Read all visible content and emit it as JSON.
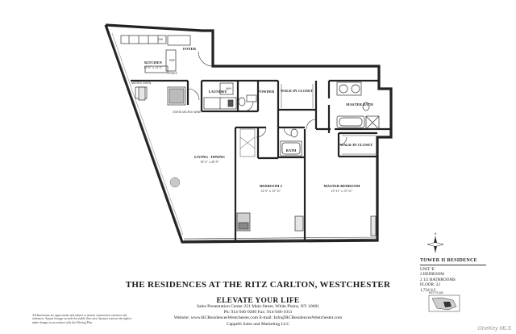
{
  "rooms": {
    "kitchen": {
      "name": "KITCHEN",
      "dim": "12'-0\" x 13'-3\""
    },
    "living": {
      "name": "LIVING - DINING",
      "dim": "16'-2\" x 26'-9\""
    },
    "bedroom2": {
      "name": "BEDROOM 2",
      "dim": "12'-0\" x 15'-11\""
    },
    "master_bedroom": {
      "name": "MASTER BEDROOM",
      "dim": "13'-11\" x 15'-11\""
    },
    "laundry": {
      "name": "LAUNDRY"
    },
    "powder": {
      "name": "POWDER"
    },
    "walkin1": {
      "name": "WALK-IN CLOSET"
    },
    "walkin2": {
      "name": "WALK-IN CLOSET"
    },
    "master_bath": {
      "name": "MASTER BATH"
    },
    "bath": {
      "name": "BATH"
    },
    "foyer": {
      "name": "FOYER"
    }
  },
  "fixtures": {
    "dw": "DW",
    "ref": "REF",
    "wh": "W/H",
    "freez": "FREEZ",
    "mw": "MICRO/ OVEN",
    "ovens": "OVEN/ MICRO/ WINE"
  },
  "title": "THE RESIDENCES AT THE RITZ CARLTON, WESTCHESTER",
  "tagline": "ELEVATE YOUR LIFE",
  "contact": {
    "line1": "Sales Presentation Center  221 Main Street, White Plains, NY  10601",
    "line2": "Ph:  914-946-9200   Fax:  914-946-1011",
    "line3": "Website:  www.RCResidencesWestchester.com    E-mail:  Info@RCResidencesWestchester.com",
    "line4": "Cappelli Sales and Marketing LLC"
  },
  "disclaimer": "All dimensions are approximate and subject to normal construction variances and tolerances. Square footage exceeds the usable floor area. Sponsor reserves the right to make changes in accordance with the Offering Plan.",
  "unit": {
    "title": "TOWER II RESIDENCE",
    "unit": "UNIT 'E'",
    "bedrooms": "2 BEDROOM",
    "bathrooms": "2 1/2 BATHROOMS",
    "floor": "FLOOR:  22",
    "sqft": "1,734 S.f."
  },
  "keyplan_label": "KEY PLAN",
  "compass_label": "N",
  "watermark": "OneKey MLS"
}
